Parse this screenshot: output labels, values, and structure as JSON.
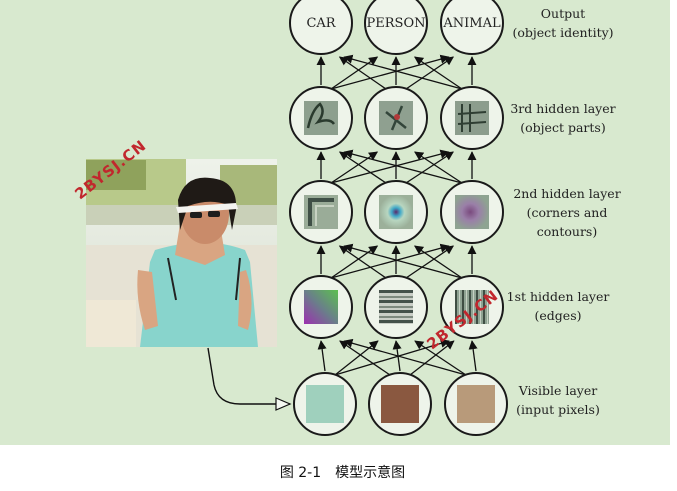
{
  "output_nodes": [
    "CAR",
    "PERSON",
    "ANIMAL"
  ],
  "layer_labels": {
    "output": [
      "Output",
      "(object identity)"
    ],
    "hidden3": [
      "3rd hidden layer",
      "(object parts)"
    ],
    "hidden2": [
      "2nd hidden layer",
      "(corners and",
      "contours)"
    ],
    "hidden1": [
      "1st hidden layer",
      "(edges)"
    ],
    "visible": [
      "Visible layer",
      "(input pixels)"
    ]
  },
  "watermark": "2BYSJ.CN",
  "caption": {
    "number": "图 2-1",
    "title": "模型示意图"
  },
  "colors": {
    "background": "#d8e9cf",
    "node_stroke": "#1a1a1a",
    "watermark": "#c1272d",
    "visible_pixels": [
      "#9fd0bd",
      "#8a5840",
      "#b89a7a"
    ]
  }
}
